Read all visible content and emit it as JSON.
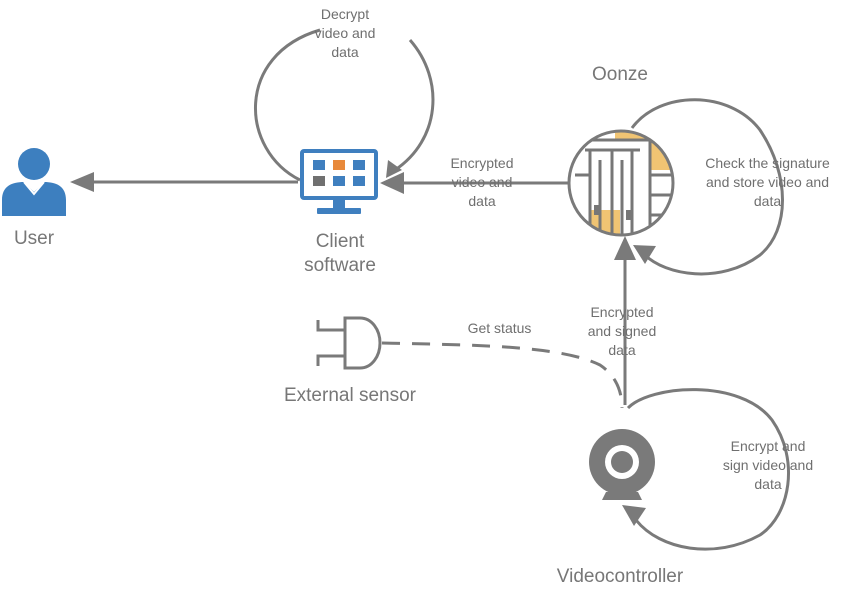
{
  "nodes": {
    "user": {
      "label": "User",
      "icon": "user-icon",
      "color": "#3d7fbf"
    },
    "client": {
      "label": "Client\nsoftware",
      "icon": "monitor-icon",
      "color": "#3f7fbf",
      "accent": "#e8893b"
    },
    "oonze": {
      "label": "Oonze",
      "icon": "oonze-building-map-icon",
      "accent": "#f0c473"
    },
    "sensor": {
      "label": "External sensor",
      "icon": "plug-sensor-icon"
    },
    "videocontroller": {
      "label": "Videocontroller",
      "icon": "webcam-icon"
    }
  },
  "edges": {
    "client_loop": "Decrypt\nvideo and\ndata",
    "oonze_to_client": "Encrypted\nvideo and\ndata",
    "oonze_loop": "Check the signature\nand store video and\ndata",
    "vc_to_oonze": "Encrypted\nand signed\ndata",
    "sensor_to_vc": "Get status",
    "vc_loop": "Encrypt and\nsign video and\ndata"
  },
  "colors": {
    "line": "#7a7a7a",
    "text": "#6f6f6f"
  }
}
